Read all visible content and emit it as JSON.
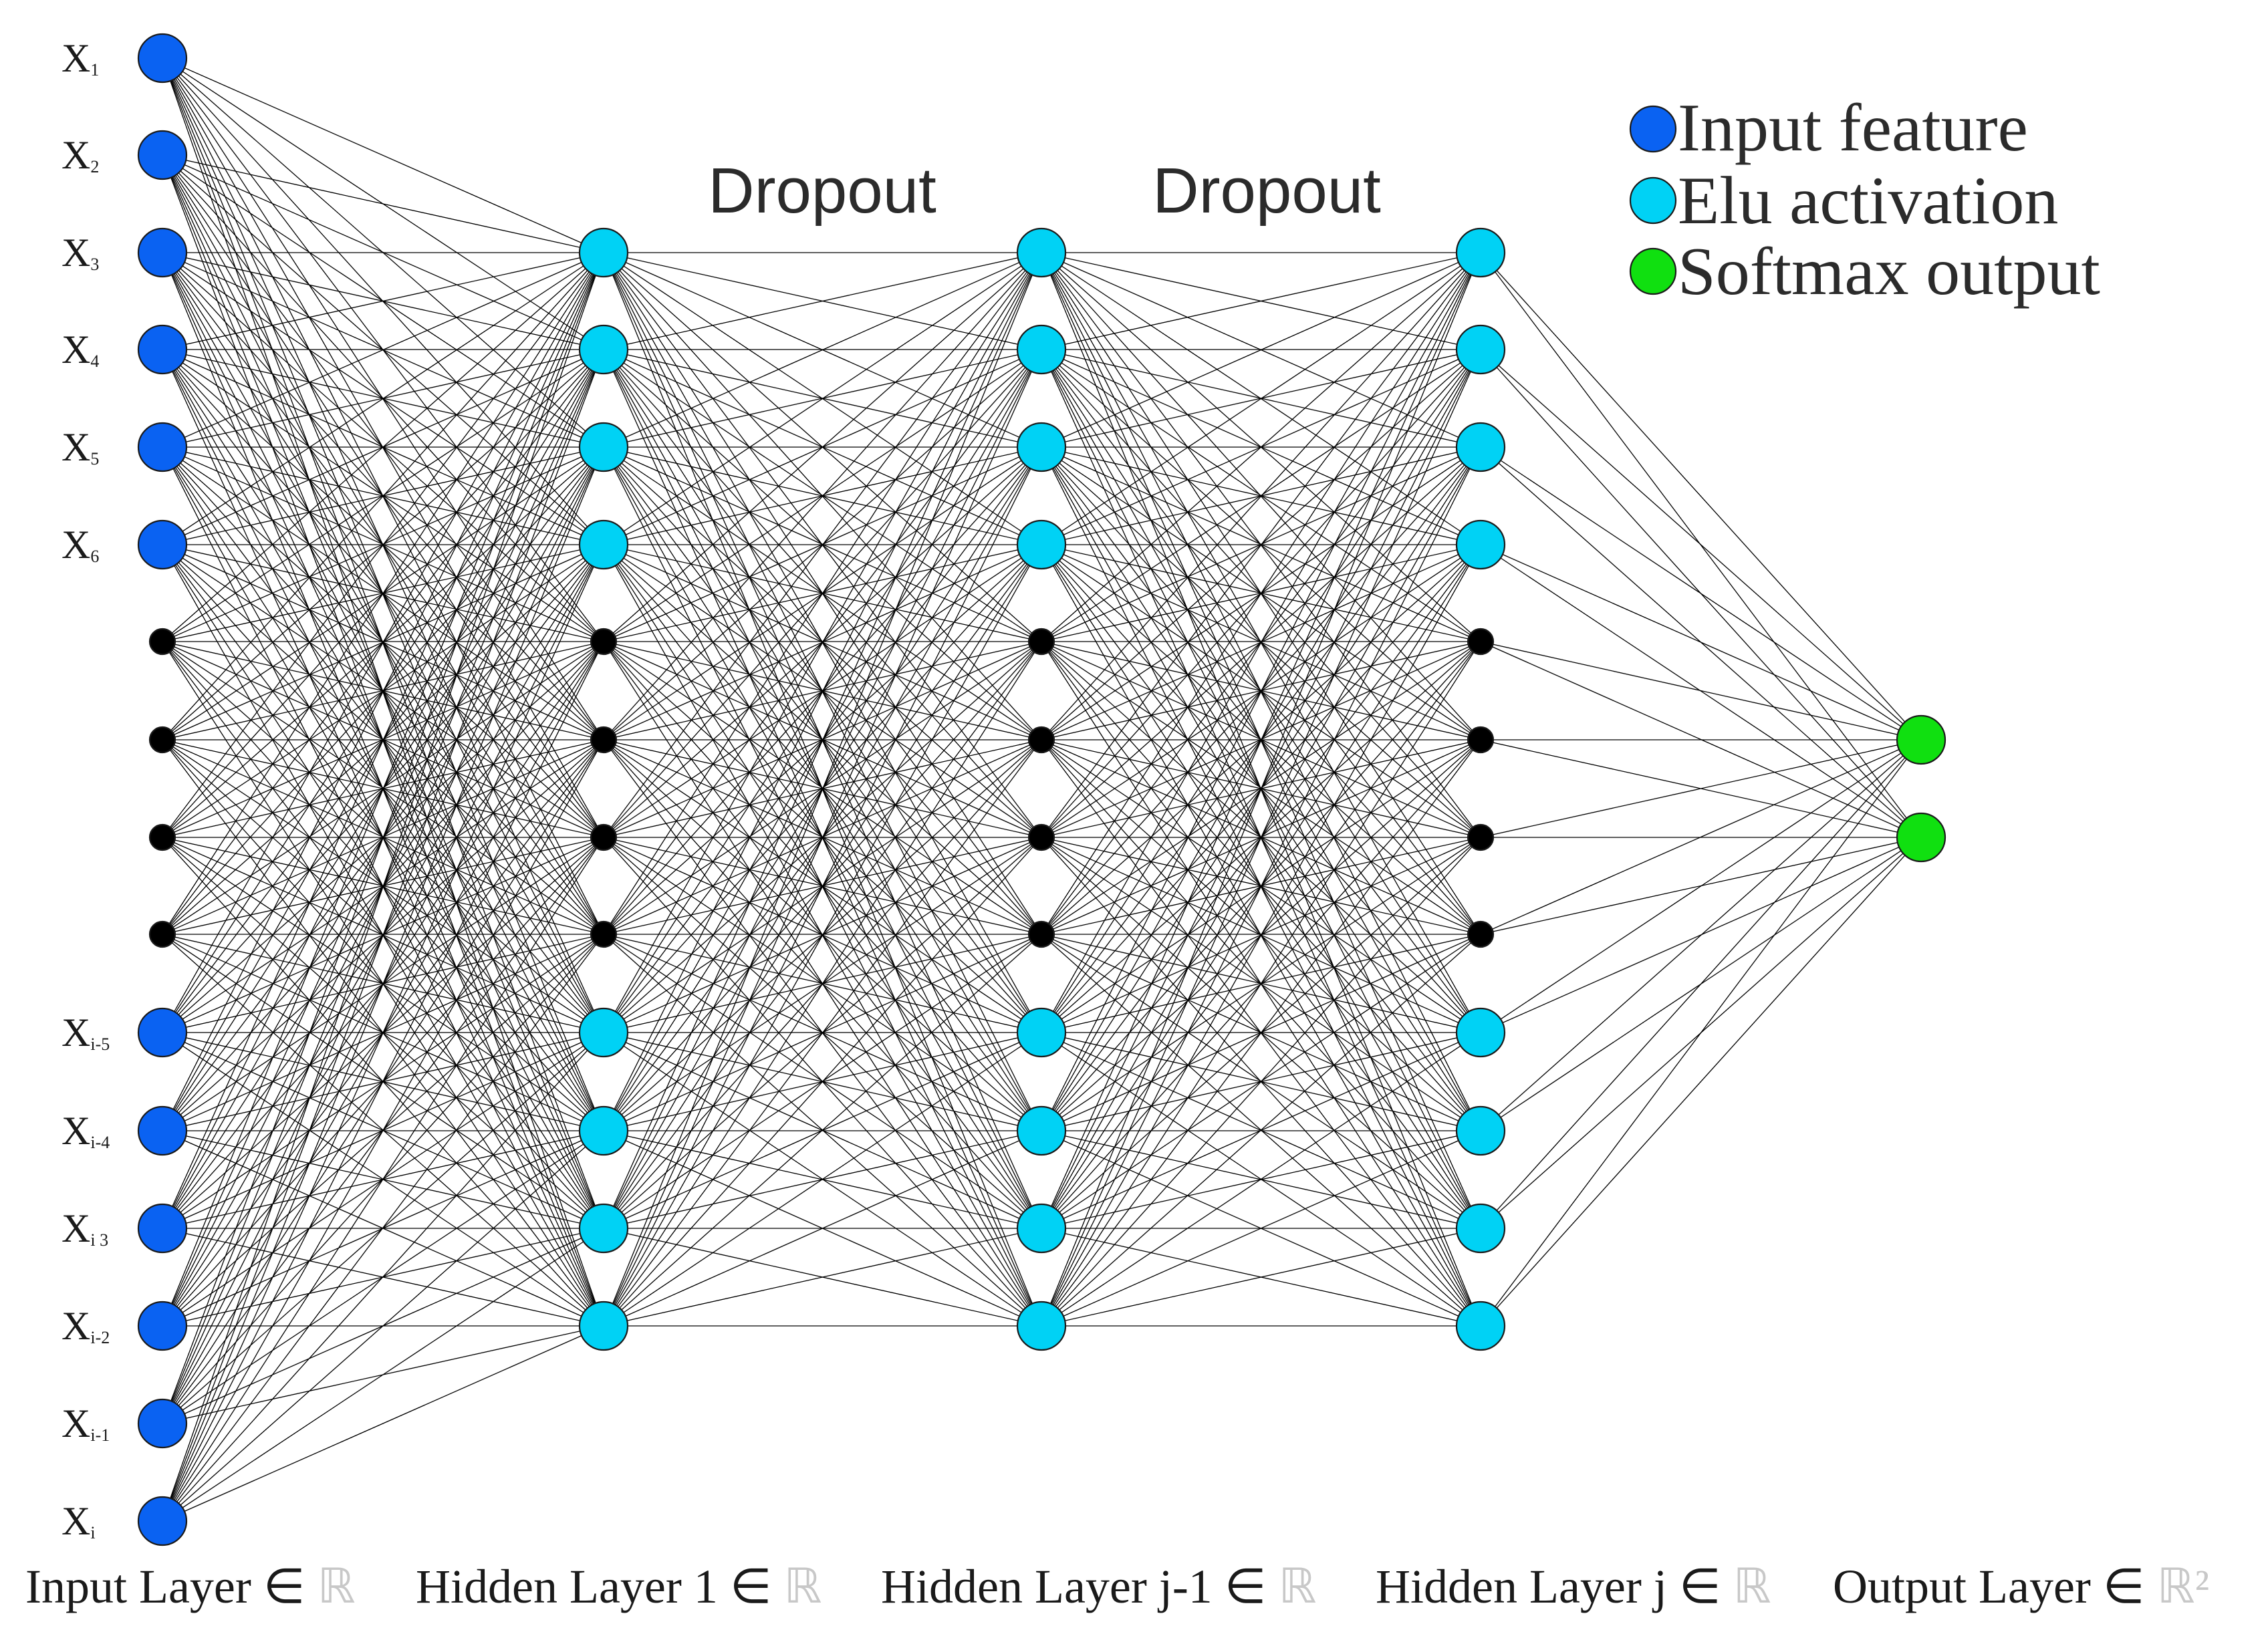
{
  "colors": {
    "input_node": "#0a62f2",
    "elu_node": "#00d2f5",
    "softmax_node": "#10e010",
    "hidden_dot": "#000000",
    "edge": "#000000"
  },
  "input_labels": [
    {
      "base": "X",
      "sub": "1"
    },
    {
      "base": "X",
      "sub": "2"
    },
    {
      "base": "X",
      "sub": "3"
    },
    {
      "base": "X",
      "sub": "4"
    },
    {
      "base": "X",
      "sub": "5"
    },
    {
      "base": "X",
      "sub": "6"
    },
    {
      "base": "X",
      "sub": "i-5"
    },
    {
      "base": "X",
      "sub": "i-4"
    },
    {
      "base": "X",
      "sub": "i 3"
    },
    {
      "base": "X",
      "sub": "i-2"
    },
    {
      "base": "X",
      "sub": "i-1"
    },
    {
      "base": "X",
      "sub": "i"
    }
  ],
  "dropout_labels": [
    "Dropout",
    "Dropout"
  ],
  "legend": [
    {
      "label": "Input feature",
      "color": "#0a62f2"
    },
    {
      "label": "Elu activation",
      "color": "#00d2f5"
    },
    {
      "label": "Softmax output",
      "color": "#10e010"
    }
  ],
  "layer_labels": [
    {
      "text": "Input Layer ∈ ",
      "set": "ℝ",
      "sup": ""
    },
    {
      "text": "Hidden Layer 1 ∈ ",
      "set": "ℝ",
      "sup": ""
    },
    {
      "text": "Hidden Layer j-1 ∈ ",
      "set": "ℝ",
      "sup": ""
    },
    {
      "text": "Hidden Layer j ∈ ",
      "set": "ℝ",
      "sup": ""
    },
    {
      "text": "Output Layer ∈ ",
      "set": "ℝ",
      "sup": "²"
    }
  ],
  "layers": [
    {
      "name": "input",
      "nodes": [
        "input",
        "input",
        "input",
        "input",
        "input",
        "input",
        "dot",
        "dot",
        "dot",
        "dot",
        "input",
        "input",
        "input",
        "input",
        "input",
        "input"
      ]
    },
    {
      "name": "hidden-1",
      "nodes": [
        "elu",
        "elu",
        "elu",
        "elu",
        "dot",
        "dot",
        "dot",
        "dot",
        "elu",
        "elu",
        "elu",
        "elu"
      ]
    },
    {
      "name": "hidden-j-1",
      "nodes": [
        "elu",
        "elu",
        "elu",
        "elu",
        "dot",
        "dot",
        "dot",
        "dot",
        "elu",
        "elu",
        "elu",
        "elu"
      ]
    },
    {
      "name": "hidden-j",
      "nodes": [
        "elu",
        "elu",
        "elu",
        "elu",
        "dot",
        "dot",
        "dot",
        "dot",
        "elu",
        "elu",
        "elu",
        "elu"
      ]
    },
    {
      "name": "output",
      "nodes": [
        "softmax",
        "softmax"
      ]
    }
  ]
}
